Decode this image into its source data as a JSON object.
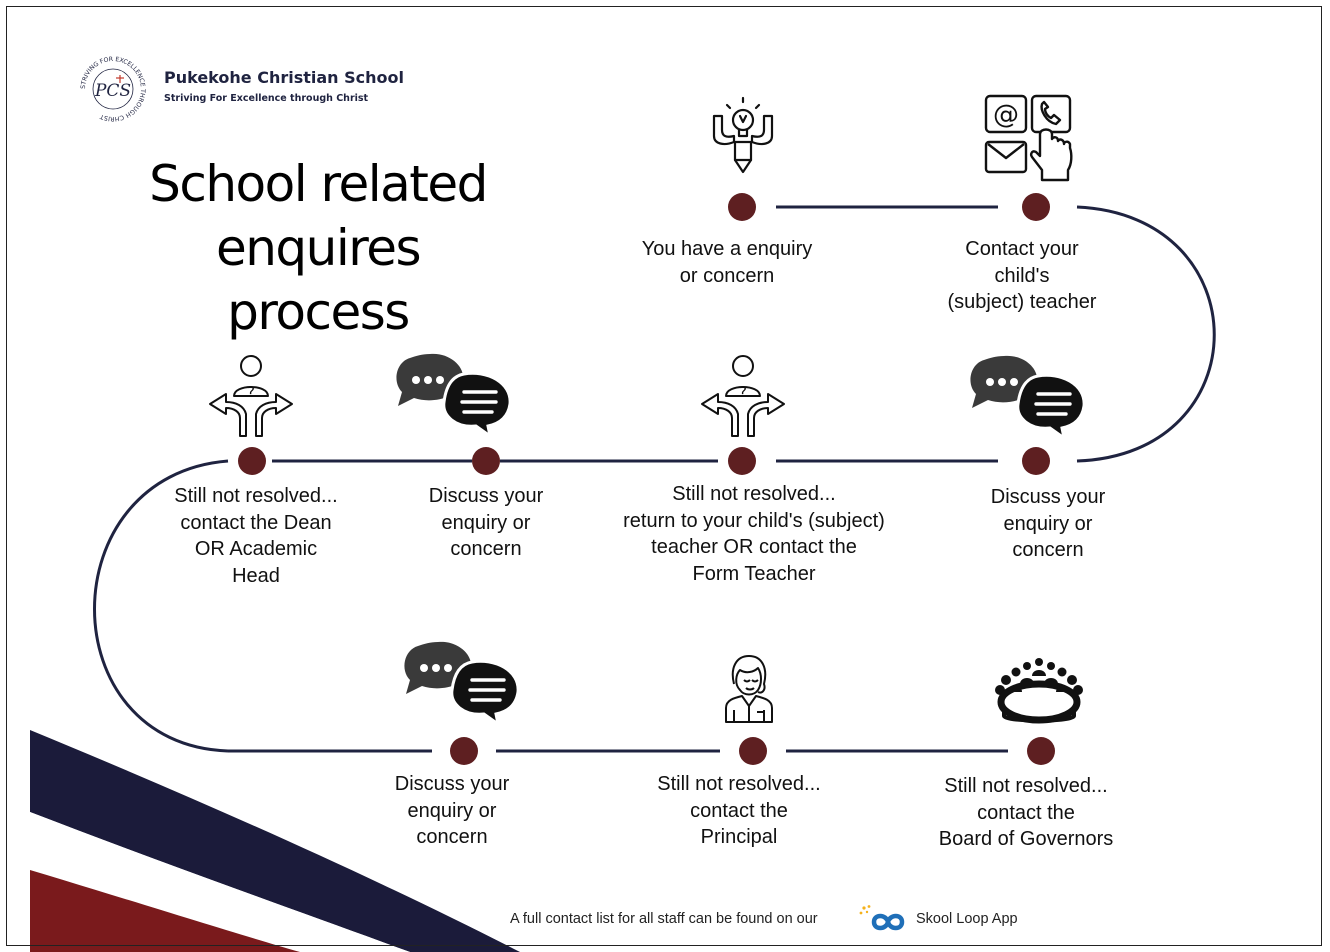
{
  "header": {
    "logo_letters": "PCS",
    "logo_ring_text": "STRIVING FOR EXCELLENCE THROUGH CHRIST",
    "school_name": "Pukekohe Christian School",
    "tagline": "Striving For Excellence through Christ"
  },
  "title": {
    "line1": "School related",
    "line2": "enquires process"
  },
  "colors": {
    "node": "#5e1f21",
    "path_line": "#1f2340",
    "swoosh_navy": "#1b1b3a",
    "swoosh_red": "#7a1a1c"
  },
  "steps": [
    {
      "icon": "lightbulb-idea-icon",
      "lines": [
        "You have a enquiry",
        "or concern"
      ]
    },
    {
      "icon": "contact-methods-icon",
      "lines": [
        "Contact your",
        "child's",
        "(subject) teacher"
      ]
    },
    {
      "icon": "chat-bubbles-icon",
      "lines": [
        "Discuss your",
        "enquiry or",
        "concern"
      ]
    },
    {
      "icon": "decision-person-icon",
      "lines": [
        "Still not resolved...",
        "return to your child's (subject)",
        "teacher OR contact the",
        "Form Teacher"
      ]
    },
    {
      "icon": "chat-bubbles-icon",
      "lines": [
        "Discuss your",
        "enquiry or",
        "concern"
      ]
    },
    {
      "icon": "decision-person-icon",
      "lines": [
        "Still not resolved...",
        "contact the Dean",
        "OR Academic",
        "Head"
      ]
    },
    {
      "icon": "chat-bubbles-icon",
      "lines": [
        "Discuss your",
        "enquiry or",
        "concern"
      ]
    },
    {
      "icon": "principal-icon",
      "lines": [
        "Still not resolved...",
        "contact the",
        "Principal"
      ]
    },
    {
      "icon": "board-meeting-icon",
      "lines": [
        "Still not resolved...",
        "contact the",
        "Board of Governors"
      ]
    }
  ],
  "footer": {
    "text": "A full contact list for all staff can be found on our",
    "app_icon": "skool-loop-logo-icon",
    "app_name": "Skool Loop App"
  }
}
